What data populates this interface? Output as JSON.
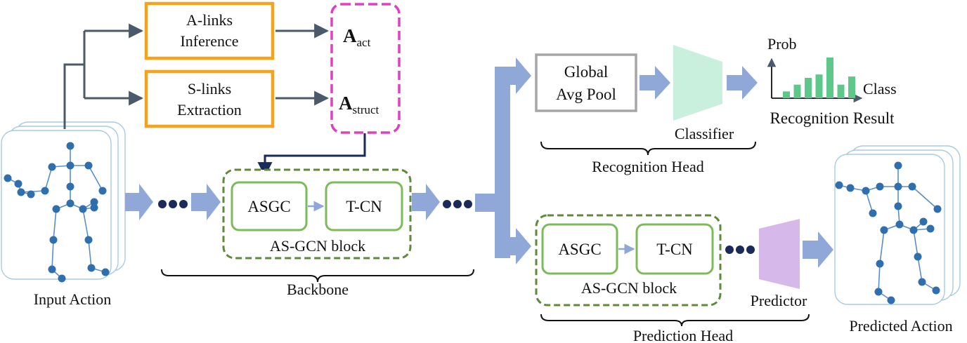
{
  "inputs": {
    "a_links": [
      "A-links",
      "Inference"
    ],
    "s_links": [
      "S-links",
      "Extraction"
    ],
    "input_action": "Input Action"
  },
  "adjacency": {
    "a_act_base": "A",
    "a_act_sub": "act",
    "a_struct_base": "A",
    "a_struct_sub": "struct"
  },
  "backbone": {
    "block_label": "AS-GCN block",
    "asgc": "ASGC",
    "tcn": "T-CN",
    "label": "Backbone"
  },
  "recognition_head": {
    "pool": [
      "Global",
      "Avg Pool"
    ],
    "classifier": "Classifier",
    "label": "Recognition Head",
    "result_label": "Recognition Result",
    "axis_y": "Prob",
    "axis_x": "Class"
  },
  "prediction_head": {
    "block_label": "AS-GCN block",
    "asgc": "ASGC",
    "tcn": "T-CN",
    "predictor": "Predictor",
    "label": "Prediction Head",
    "predicted_action": "Predicted Action"
  },
  "chart_data": {
    "type": "bar",
    "values": [
      1,
      2,
      3,
      3.5,
      6,
      2,
      3.2
    ],
    "bar_colors": [
      "#5dc88a",
      "#5dc88a",
      "#5dc88a",
      "#5dc88a",
      "#5dc88a",
      "#5dc88a",
      "#5dc88a"
    ],
    "xlabel": "Class",
    "ylabel": "Prob"
  },
  "colors": {
    "orange_box": "#f5a31a",
    "magenta_box": "#e040c0",
    "green_block": "#5e8a3a",
    "green_inner": "#7cbb5a",
    "gray_box": "#a6a6a6",
    "arrow_fill": "#8fa8d8",
    "skeleton": "#2f6fae",
    "classifier_fill": "#c8f0dc",
    "predictor_fill": "#d6b8ea"
  }
}
